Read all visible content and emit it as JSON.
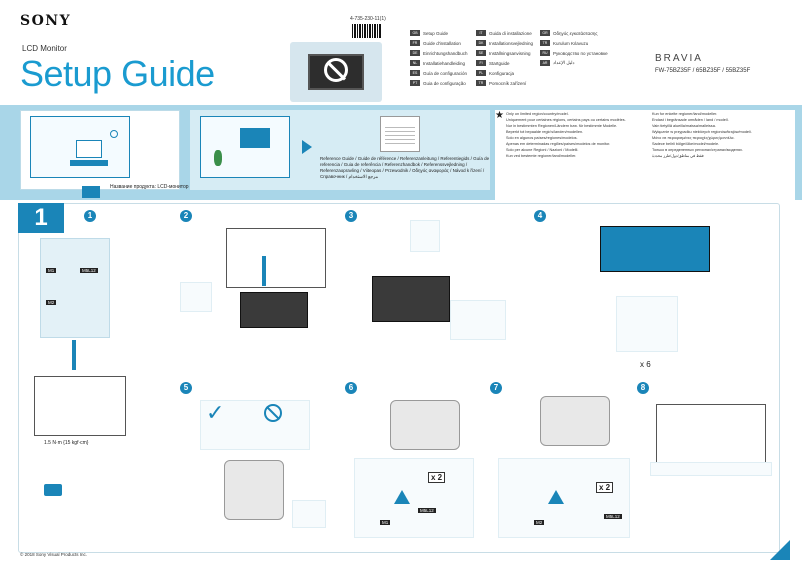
{
  "brand": "SONY",
  "product_type": "LCD Monitor",
  "title": "Setup Guide",
  "doc_code": "4-735-230-11(1)",
  "brand_line": "BRAVIA",
  "models": "FW-75BZ35F / 65BZ35F / 55BZ35F",
  "languages": [
    {
      "code": "GB",
      "label": "Setup Guide"
    },
    {
      "code": "FR",
      "label": "Guide d'installation"
    },
    {
      "code": "DE",
      "label": "Einrichtungshandbuch"
    },
    {
      "code": "NL",
      "label": "Installatiehandleiding"
    },
    {
      "code": "ES",
      "label": "Guía de configuración"
    },
    {
      "code": "PT",
      "label": "Guia de configuração"
    },
    {
      "code": "IT",
      "label": "Guida di installazione"
    },
    {
      "code": "DK",
      "label": "Installationsvejledning"
    },
    {
      "code": "SE",
      "label": "Inställningsanvisning"
    },
    {
      "code": "FI",
      "label": "Startguide"
    },
    {
      "code": "PL",
      "label": "Konfiguracja"
    },
    {
      "code": "TR",
      "label": "Pomocník zařízení"
    },
    {
      "code": "GR",
      "label": "Οδηγός εγκατάστασης"
    },
    {
      "code": "TR",
      "label": "Kurulum Kılavuzu"
    },
    {
      "code": "RU",
      "label": "Руководство по установке"
    },
    {
      "code": "AR",
      "label": "دليل الإعداد"
    }
  ],
  "ref_docs": "Reference Guide / Guide de référence / Referenzanleitung / Referentiegids / Guía de referencia / Guia de referência / Referenzhandbok / Referenssvejledning / Referenzaopravling / Viiteopas / Przewodnik / Οδηγός αναφοράς / Návod k řízení / Справочник / مرجع الاستخدام",
  "star": "★",
  "notes_left": [
    "Only on limited region/country/model.",
    "Uniquement pour certaines régions, certains pays ou certains modèles.",
    "Nur in bestimmten Regionen/Ländern bzw. für bestimmte Modelle.",
    "Beperkt tot bepaalde regio's/landen/modellen.",
    "Solo en algunos países/regiones/modelos.",
    "Apenas em determinadas regiões/países/modelos de monitor.",
    "Solo per alcune Regioni / Nazioni / Modelli.",
    "Kun ved bestemte regioner/land/modeller."
  ],
  "notes_right": [
    "Kun for enkelte regioner/land/modeller.",
    "Endast i begränsade områden / land / modell.",
    "Vain tietyillä alueilla/maissa/malleissa.",
    "Wyłącznie w przypadku niektórych regionów/krajów/modeli.",
    "Μόνο σε περιορισμένες περιοχές/χώρες/μοντέλα.",
    "Sadece belirli bölge/ülke/model/modele.",
    "Только в определенных регионах/странах/моделях.",
    "فقط في مناطق/دول/طرز محددة"
  ],
  "product_name_label": "Название продукта: LCD-монитор",
  "step_number": "1",
  "substeps": [
    "1",
    "2",
    "3",
    "4",
    "5",
    "6",
    "7",
    "8"
  ],
  "accessory_labels": [
    "M1",
    "M5L12",
    "M2"
  ],
  "x2_a": "x 2",
  "x2_b": "x 2",
  "x6": "x 6",
  "screw_spec": "1.5 N·m {15 kgf·cm}",
  "panel6_labels": [
    "M1",
    "M5L12"
  ],
  "panel7_labels": [
    "M2",
    "M5L12"
  ],
  "copyright": "© 2018 Sony Visual Products Inc."
}
